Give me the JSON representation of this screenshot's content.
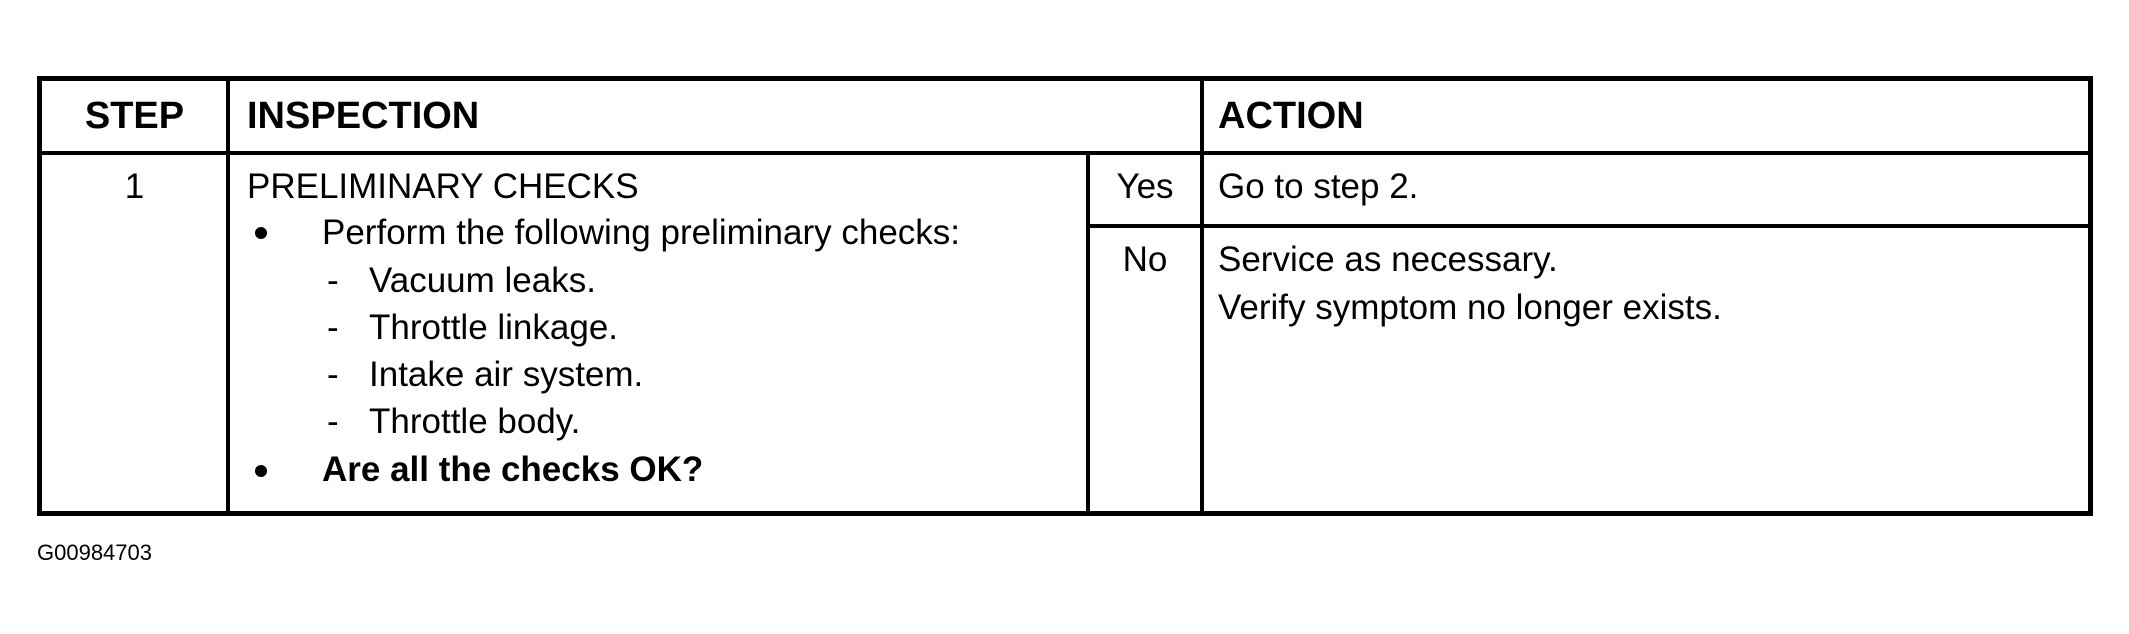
{
  "table": {
    "headers": {
      "step": "STEP",
      "inspection": "INSPECTION",
      "action": "ACTION"
    },
    "row": {
      "step": "1",
      "title": "PRELIMINARY CHECKS",
      "bullet_1": "Perform the following preliminary checks:",
      "sub_items": [
        "Vacuum leaks.",
        "Throttle linkage.",
        "Intake air system.",
        "Throttle body."
      ],
      "bullet_2": "Are all the checks OK?",
      "yes_label": "Yes",
      "yes_action": "Go to step 2.",
      "no_label": "No",
      "no_action_1": "Service as necessary.",
      "no_action_2": "Verify symptom no longer exists."
    }
  },
  "caption": "G00984703"
}
